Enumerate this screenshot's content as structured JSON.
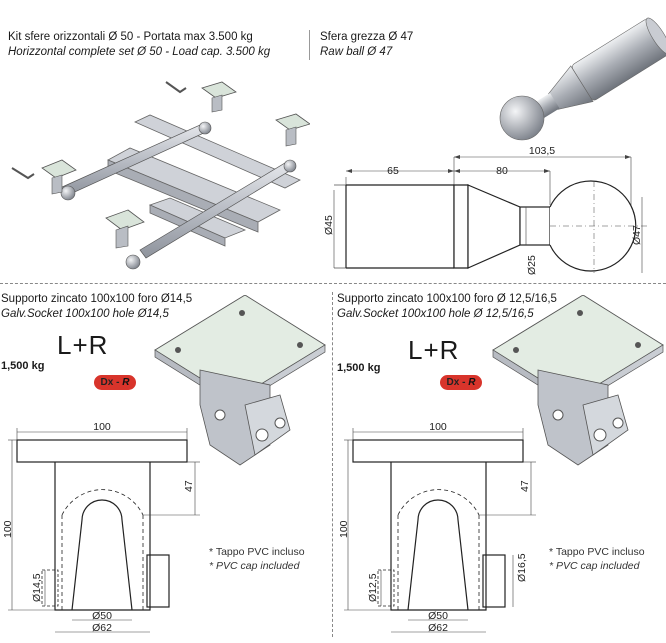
{
  "top_left": {
    "title_it": "Kit sfere orizzontali Ø 50 - Portata max 3.500 kg",
    "title_en": "Horizzontal complete set Ø 50 - Load cap. 3.500 kg"
  },
  "top_right": {
    "title_it": "Sfera grezza Ø 47",
    "title_en": "Raw ball Ø 47",
    "dims": {
      "total": "103,5",
      "left": "65",
      "right": "80",
      "d_left": "Ø45",
      "d_neck": "Ø25",
      "d_ball": "Ø47"
    }
  },
  "left_panel": {
    "title_it": "Supporto zincato 100x100 foro Ø14,5",
    "title_en": "Galv.Socket 100x100 hole Ø14,5",
    "lr": "L+R",
    "load": "1,500 kg",
    "badge_prefix": "Dx - ",
    "badge_suffix": "R",
    "dims": {
      "width": "100",
      "height": "100",
      "upper": "47",
      "hole": "Ø14,5",
      "inner": "Ø50",
      "outer": "Ø62"
    },
    "note_it": "* Tappo PVC incluso",
    "note_en": "* PVC cap included"
  },
  "right_panel": {
    "title_it": "Supporto zincato 100x100 foro Ø 12,5/16,5",
    "title_en": "Galv.Socket 100x100 hole Ø 12,5/16,5",
    "lr": "L+R",
    "load": "1,500 kg",
    "badge_prefix": "Dx - ",
    "badge_suffix": "R",
    "dims": {
      "width": "100",
      "height": "100",
      "upper": "47",
      "hole_right": "Ø16,5",
      "hole_left": "Ø12,5",
      "inner": "Ø50",
      "outer": "Ø62"
    },
    "note_it": "* Tappo PVC incluso",
    "note_en": "* PVC cap included"
  }
}
